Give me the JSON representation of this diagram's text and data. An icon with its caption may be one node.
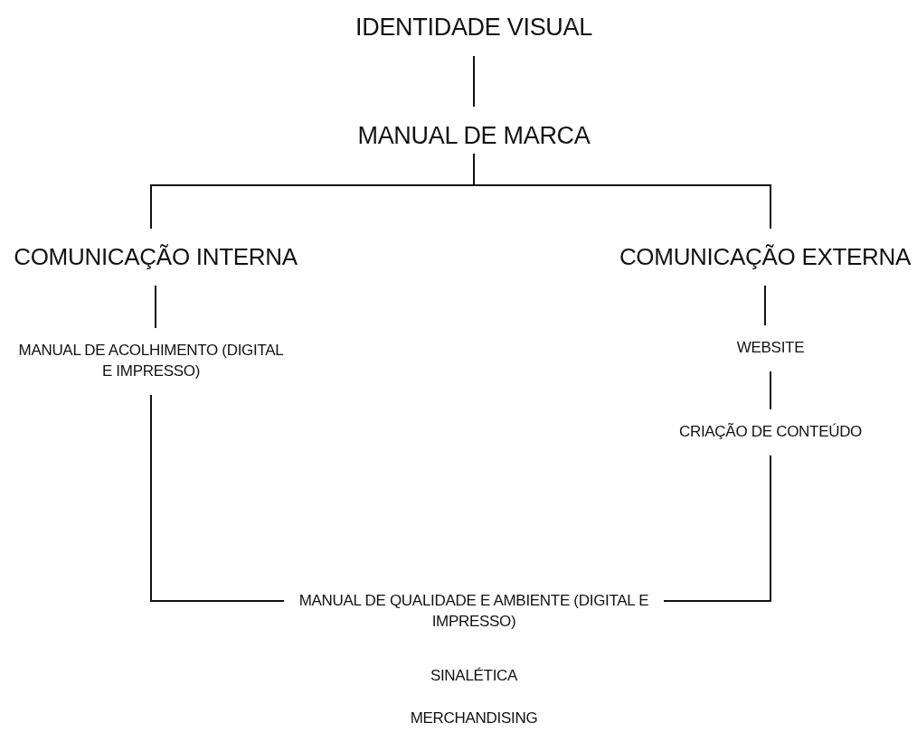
{
  "diagram": {
    "nodes": [
      {
        "text": [
          "IDENTIDADE VISUAL"
        ]
      },
      {
        "text": [
          "MANUAL DE MARCA"
        ]
      },
      {
        "text": [
          "COMUNICAÇÃO INTERNA"
        ]
      },
      {
        "text": [
          "COMUNICAÇÃO EXTERNA"
        ]
      },
      {
        "text": [
          "MANUAL DE ACOLHIMENTO (DIGITAL E IMPRESSO)"
        ]
      },
      {
        "text": [
          "WEBSITE"
        ]
      },
      {
        "text": [
          "CRIAÇÃO DE CONTEÚDO"
        ]
      },
      {
        "text": [
          "MANUAL DE QUALIDADE E AMBIENTE (DIGITAL E IMPRESSO)"
        ]
      }
    ],
    "edges": [
      {
        "from": 0,
        "to": 1,
        "arrow": "none"
      },
      {
        "from": 1,
        "to": 2,
        "arrow": "none"
      },
      {
        "from": 1,
        "to": 3,
        "arrow": "none"
      },
      {
        "from": 2,
        "to": 4,
        "arrow": "none"
      },
      {
        "from": 3,
        "to": 5,
        "arrow": "none"
      },
      {
        "from": 5,
        "to": 6,
        "arrow": "none"
      },
      {
        "from": 4,
        "to": 7,
        "arrow": "none"
      },
      {
        "from": 6,
        "to": 7,
        "arrow": "none"
      }
    ],
    "labels": [
      "SINALÉTICA",
      "MERCHANDISING"
    ]
  }
}
